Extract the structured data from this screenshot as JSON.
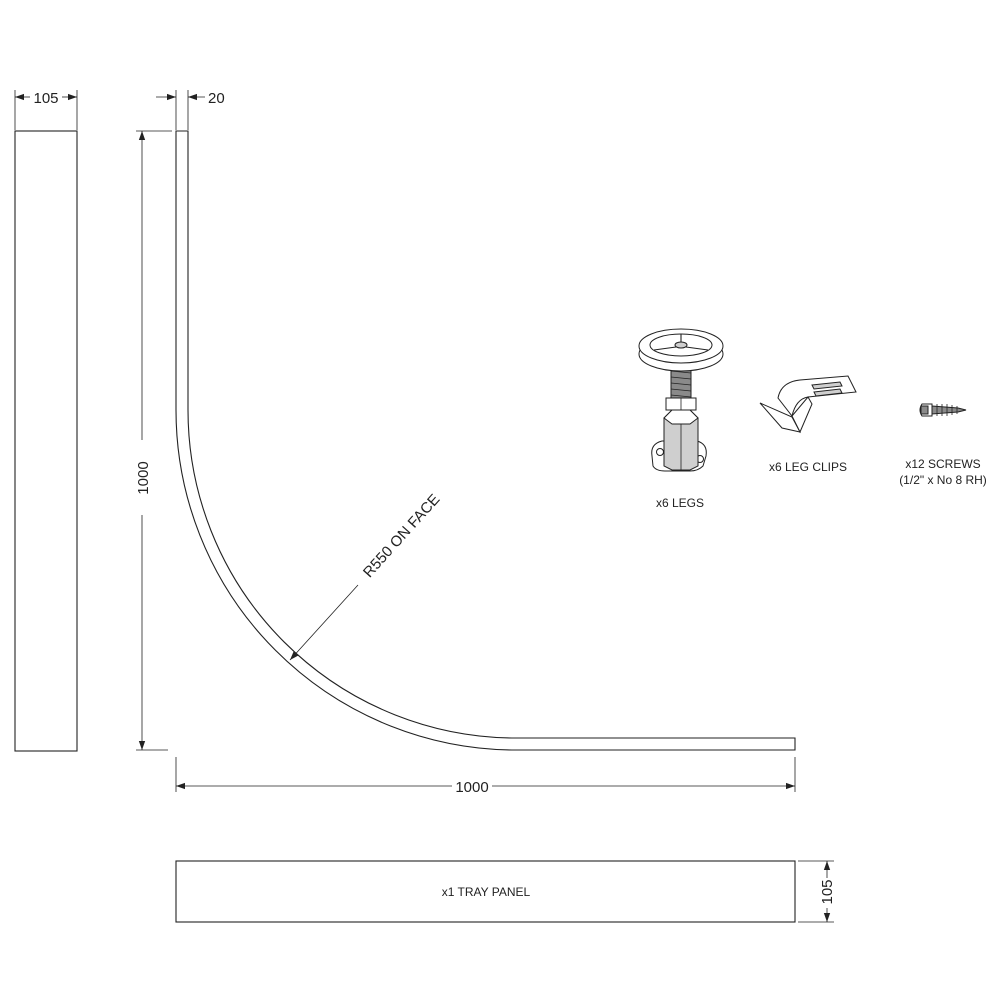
{
  "dimensions": {
    "side_panel_width": "105",
    "profile_thickness": "20",
    "height": "1000",
    "width": "1000",
    "radius": "R550 ON FACE",
    "tray_panel_height": "105"
  },
  "components": {
    "legs": "x6 LEGS",
    "leg_clips": "x6 LEG CLIPS",
    "screws_line1": "x12 SCREWS",
    "screws_line2": "(1/2\" x No 8 RH)",
    "tray_panel": "x1 TRAY PANEL"
  }
}
